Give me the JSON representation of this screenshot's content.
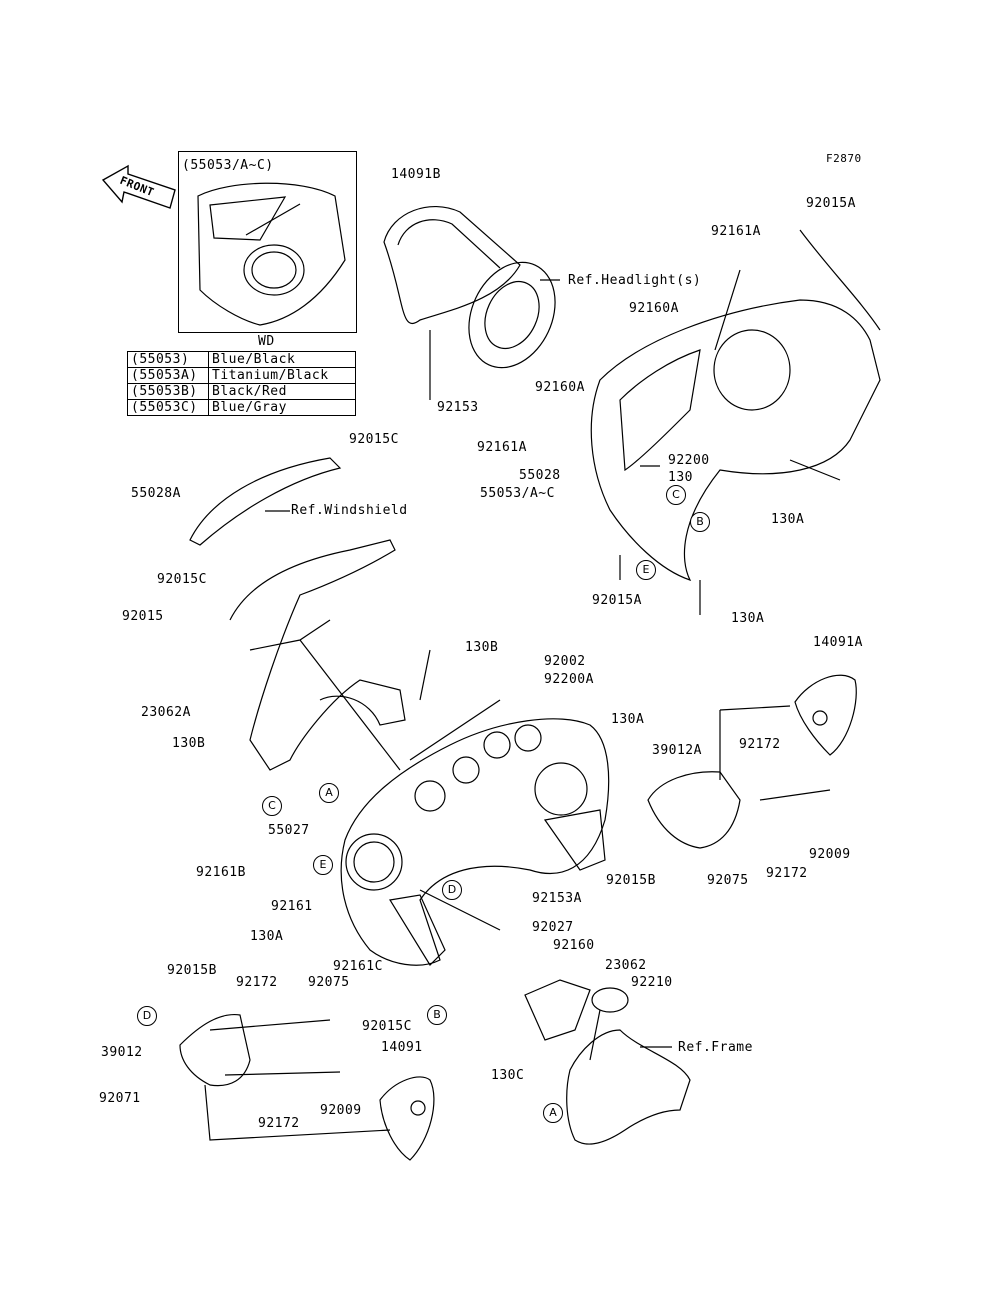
{
  "figure_code": "F2870",
  "front_label": "FRONT",
  "inset_title": "(55053/A~C)",
  "wd_label": "WD",
  "variants": [
    {
      "code": "(55053)",
      "color": "Blue/Black"
    },
    {
      "code": "(55053A)",
      "color": "Titanium/Black"
    },
    {
      "code": "(55053B)",
      "color": "Black/Red"
    },
    {
      "code": "(55053C)",
      "color": "Blue/Gray"
    }
  ],
  "labels": {
    "l14091B": "14091B",
    "l92015A_top": "92015A",
    "l92161A_top": "92161A",
    "refHeadlight": "Ref.Headlight(s)",
    "l92160A_1": "92160A",
    "l92160A_2": "92160A",
    "l92153": "92153",
    "l92161A_mid": "92161A",
    "l92200": "92200",
    "l130": "130",
    "l55028": "55028",
    "l55053AC": "55053/A~C",
    "l130A_right": "130A",
    "l92015A_bot": "92015A",
    "l130A_bot": "130A",
    "l92015C_top": "92015C",
    "l55028A": "55028A",
    "refWindshield": "Ref.Windshield",
    "l92015C_mid": "92015C",
    "l92015": "92015",
    "l130B_top": "130B",
    "l92002": "92002",
    "l92200A": "92200A",
    "l14091A": "14091A",
    "l23062A": "23062A",
    "l130A_mid": "130A",
    "l130B_left": "130B",
    "l39012A": "39012A",
    "l92172_top": "92172",
    "l55027": "55027",
    "l92009_right": "92009",
    "l92161B": "92161B",
    "l92015B_right": "92015B",
    "l92075_right": "92075",
    "l92172_right": "92172",
    "l92153A": "92153A",
    "l92161": "92161",
    "l130A_left": "130A",
    "l92027": "92027",
    "l92160": "92160",
    "l92161C": "92161C",
    "l23062": "23062",
    "l92210": "92210",
    "l92015B_left": "92015B",
    "l92172_left": "92172",
    "l92075_left": "92075",
    "l92015C_bot": "92015C",
    "l39012": "39012",
    "refFrame": "Ref.Frame",
    "l14091": "14091",
    "l130C": "130C",
    "l92071": "92071",
    "l92172_bot": "92172",
    "l92009_bot": "92009"
  },
  "callouts": {
    "c1": "C",
    "c2": "B",
    "c3": "E",
    "c4": "C",
    "c5": "A",
    "c6": "E",
    "c7": "D",
    "c8": "B",
    "c9": "D",
    "c10": "A"
  }
}
